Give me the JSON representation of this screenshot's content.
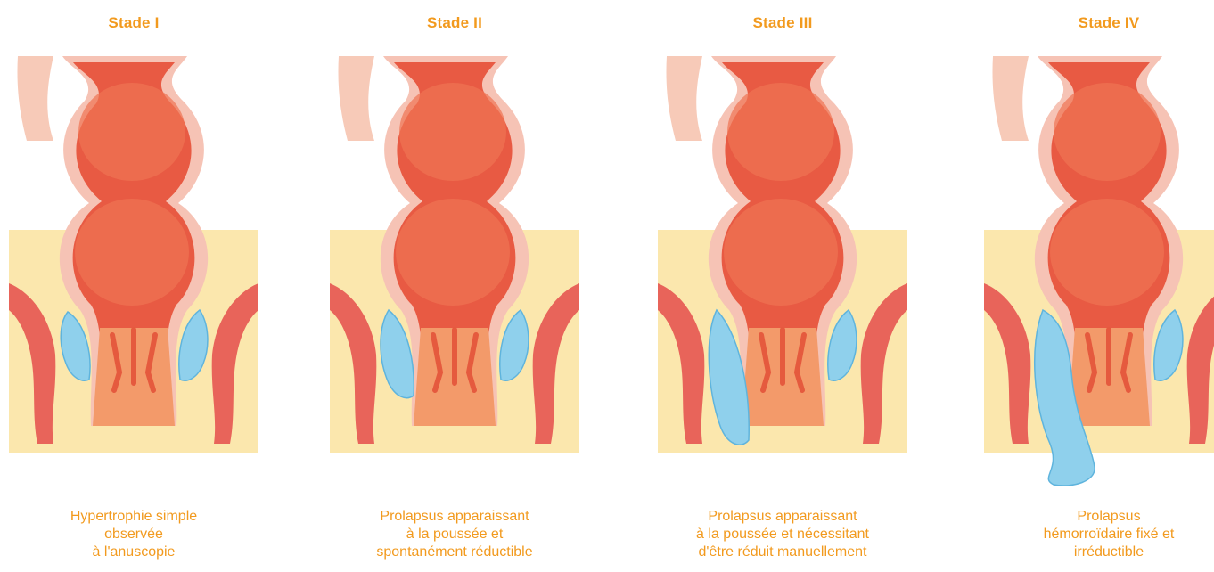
{
  "colors": {
    "accent": "#f29a1e",
    "fat": "#fbe7ad",
    "muscle": "#e8645a",
    "lumen": "#e85a43",
    "wall": "#f6c3b5",
    "hemorrhoid": "#8fd0ec"
  },
  "stages": [
    {
      "title": "Stade I",
      "caption": [
        "Hypertrophie simple",
        "observée",
        "à l'anuscopie"
      ],
      "severity": 1
    },
    {
      "title": "Stade II",
      "caption": [
        "Prolapsus apparaissant",
        "à la poussée et",
        "spontanément réductible"
      ],
      "severity": 2
    },
    {
      "title": "Stade III",
      "caption": [
        "Prolapsus apparaissant",
        "à la poussée et nécessitant",
        "d'être réduit manuellement"
      ],
      "severity": 3
    },
    {
      "title": "Stade IV",
      "caption": [
        "Prolapsus",
        "hémorroïdaire fixé et",
        "irréductible"
      ],
      "severity": 4
    }
  ]
}
